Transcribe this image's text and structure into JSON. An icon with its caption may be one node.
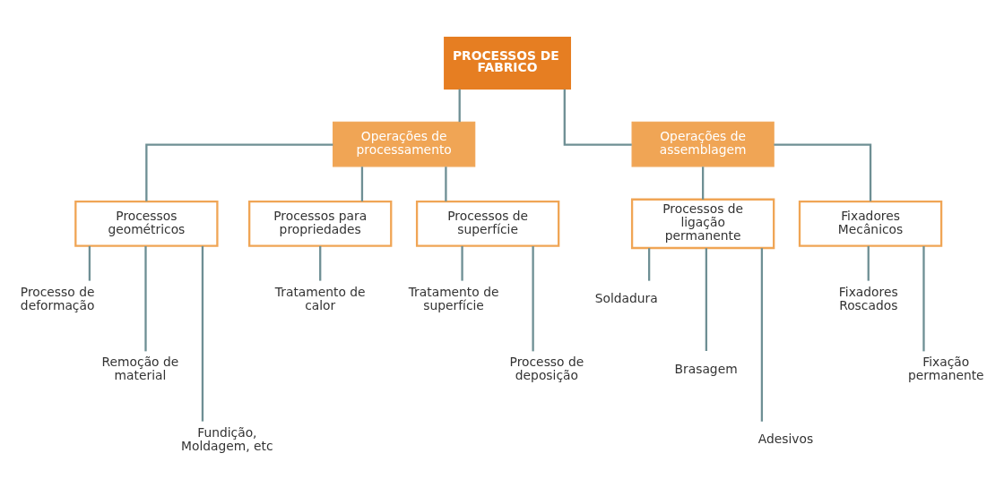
{
  "diagram": {
    "nodes": [
      {
        "text": [
          "PROCESSOS DE FABRICO"
        ]
      },
      {
        "text": [
          "Operações de processamento"
        ]
      },
      {
        "text": [
          "Operações de assemblagem"
        ]
      },
      {
        "text": [
          "Processos geométricos"
        ]
      },
      {
        "text": [
          "Processos para propriedades"
        ]
      },
      {
        "text": [
          "Processos de superfície"
        ]
      },
      {
        "text": [
          "Processos de ligação permanente"
        ]
      },
      {
        "text": [
          "Fixadores Mecânicos"
        ]
      },
      {
        "text": [
          "Processo de deformação"
        ]
      },
      {
        "text": [
          "Remoção de material"
        ]
      },
      {
        "text": [
          "Fundição, Moldagem, etc"
        ]
      },
      {
        "text": [
          "Tratamento de calor"
        ]
      },
      {
        "text": [
          "Tratamento de superfície"
        ]
      },
      {
        "text": [
          "Processo de deposição"
        ]
      },
      {
        "text": [
          "Soldadura"
        ]
      },
      {
        "text": [
          "Brasagem"
        ]
      },
      {
        "text": [
          "Adesivos"
        ]
      },
      {
        "text": [
          "Fixadores Roscados"
        ]
      },
      {
        "text": [
          "Fixação permanente"
        ]
      }
    ],
    "edges": [
      {
        "from": 0,
        "to": 1,
        "arrow": "none"
      },
      {
        "from": 0,
        "to": 2,
        "arrow": "none"
      },
      {
        "from": 1,
        "to": 3,
        "arrow": "none"
      },
      {
        "from": 1,
        "to": 4,
        "arrow": "none"
      },
      {
        "from": 1,
        "to": 5,
        "arrow": "none"
      },
      {
        "from": 2,
        "to": 6,
        "arrow": "none"
      },
      {
        "from": 2,
        "to": 7,
        "arrow": "none"
      },
      {
        "from": 3,
        "to": 8,
        "arrow": "none"
      },
      {
        "from": 3,
        "to": 9,
        "arrow": "none"
      },
      {
        "from": 3,
        "to": 10,
        "arrow": "none"
      },
      {
        "from": 4,
        "to": 11,
        "arrow": "none"
      },
      {
        "from": 5,
        "to": 12,
        "arrow": "none"
      },
      {
        "from": 5,
        "to": 13,
        "arrow": "none"
      },
      {
        "from": 6,
        "to": 14,
        "arrow": "none"
      },
      {
        "from": 6,
        "to": 15,
        "arrow": "none"
      },
      {
        "from": 6,
        "to": 16,
        "arrow": "none"
      },
      {
        "from": 7,
        "to": 17,
        "arrow": "none"
      },
      {
        "from": 7,
        "to": 18,
        "arrow": "none"
      }
    ]
  }
}
